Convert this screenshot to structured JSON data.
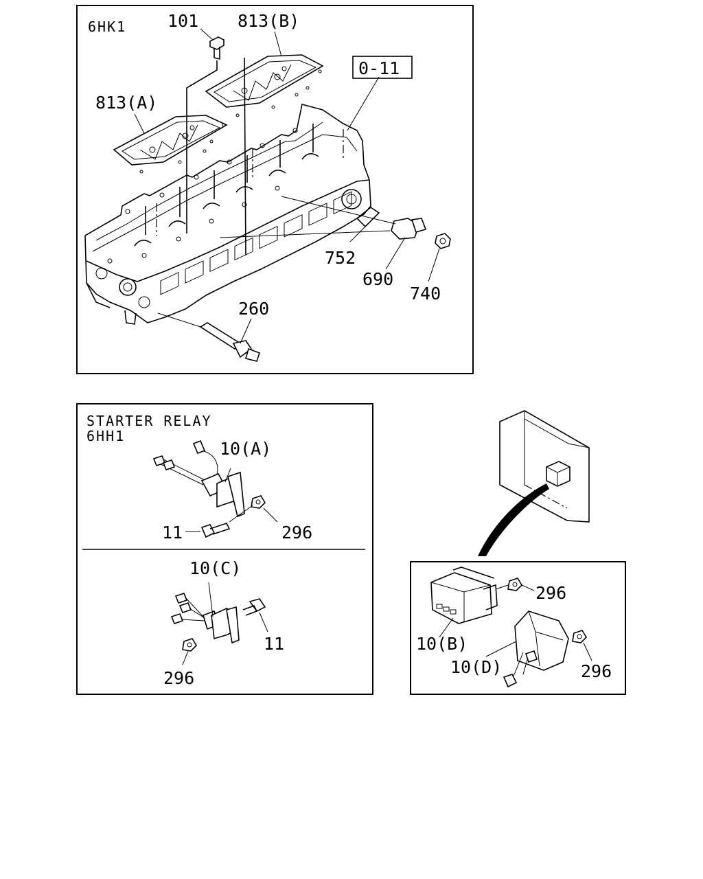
{
  "panel_top": {
    "model": "6HK1",
    "ref_box": "0-11",
    "callouts": {
      "p101": "101",
      "p813b": "813(B)",
      "p813a": "813(A)",
      "p752": "752",
      "p690": "690",
      "p740": "740",
      "p260": "260"
    }
  },
  "panel_starter": {
    "title": "STARTER RELAY",
    "model": "6HH1",
    "callouts": {
      "p10a": "10(A)",
      "p11a": "11",
      "p296a": "296",
      "p10c": "10(C)",
      "p11c": "11",
      "p296c": "296"
    }
  },
  "panel_relay": {
    "callouts": {
      "p296b": "296",
      "p10b": "10(B)",
      "p10d": "10(D)",
      "p296d": "296"
    }
  }
}
